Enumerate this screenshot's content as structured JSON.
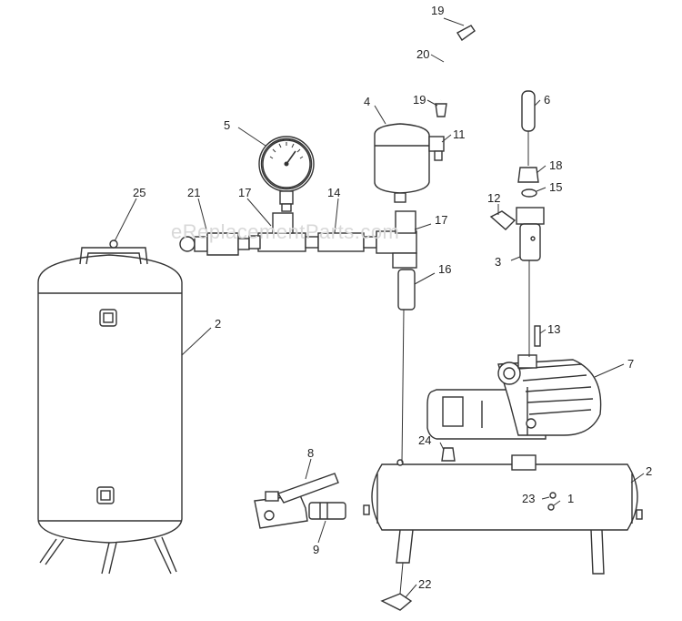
{
  "watermark": "eReplacementParts.com",
  "callouts": {
    "p1": "1",
    "p2a": "2",
    "p2b": "2",
    "p3": "3",
    "p4": "4",
    "p5": "5",
    "p6": "6",
    "p7": "7",
    "p8": "8",
    "p9": "9",
    "p11": "11",
    "p12": "12",
    "p13": "13",
    "p14": "14",
    "p15": "15",
    "p16": "16",
    "p17a": "17",
    "p17b": "17",
    "p18": "18",
    "p19a": "19",
    "p19b": "19",
    "p20": "20",
    "p21": "21",
    "p22": "22",
    "p23": "23",
    "p24": "24",
    "p25": "25"
  },
  "colors": {
    "line": "#333333",
    "paper": "#ffffff",
    "watermark": "#d8d8d8"
  }
}
